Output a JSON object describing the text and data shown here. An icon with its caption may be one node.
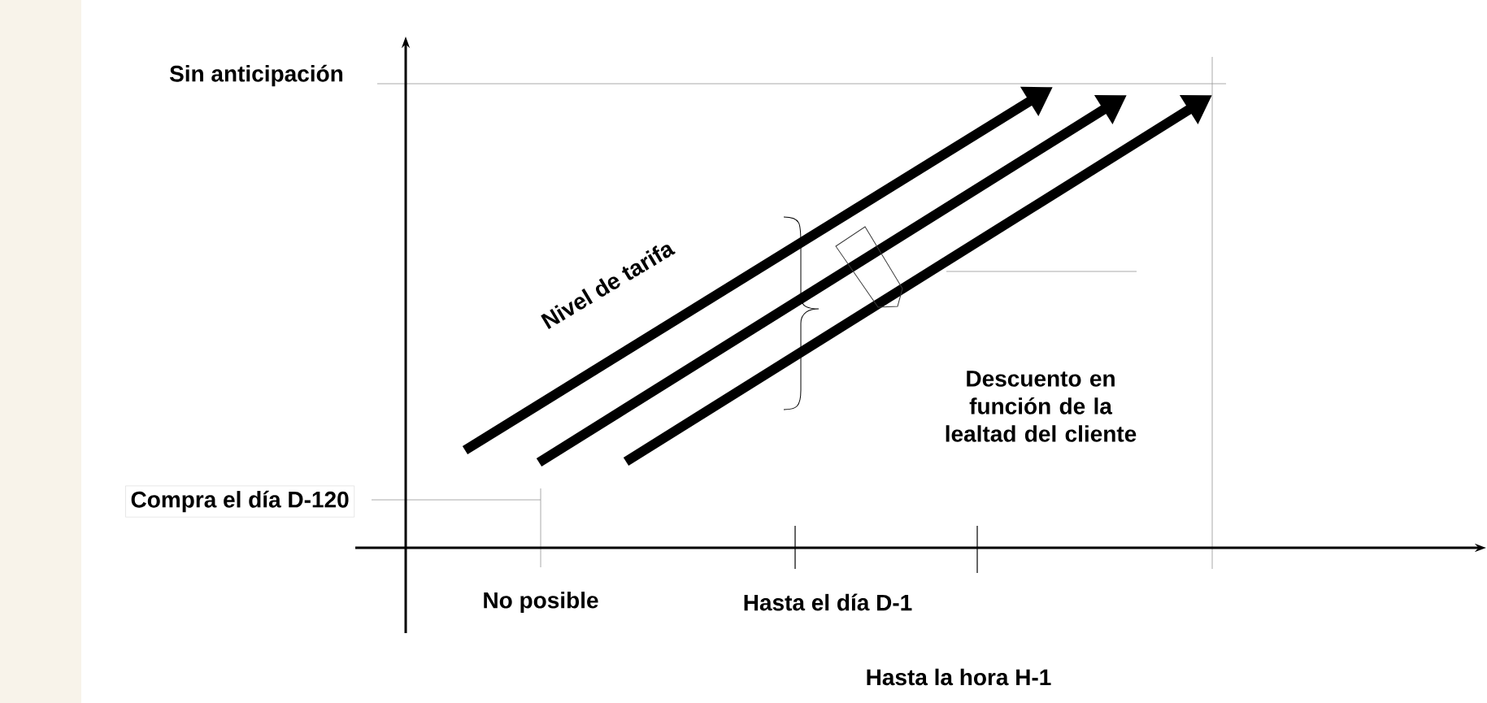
{
  "diagram": {
    "labels": [
      "Sin anticipación",
      "Nivel de tarifa",
      "Descuento en función de la lealtad del cliente",
      "Compra el día D-120",
      "No posible",
      "Hasta el día D-1",
      "Hasta la hora H-1"
    ]
  }
}
